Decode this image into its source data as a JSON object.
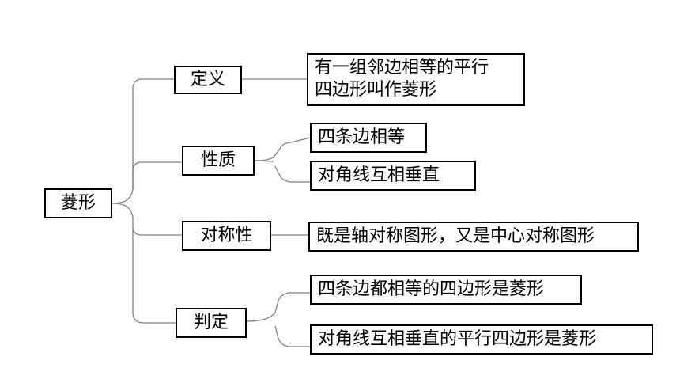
{
  "root": {
    "label": "菱形"
  },
  "branches": [
    {
      "label": "定义",
      "items": [
        "有一组邻边相等的平行四边形叫作菱形"
      ]
    },
    {
      "label": "性质",
      "items": [
        "四条边相等",
        "对角线互相垂直"
      ]
    },
    {
      "label": "对称性",
      "items": [
        "既是轴对称图形，又是中心对称图形"
      ]
    },
    {
      "label": "判定",
      "items": [
        "四条边都相等的四边形是菱形",
        "对角线互相垂直的平行四边形是菱形"
      ]
    }
  ],
  "definition_lines": [
    "有一组邻边相等的平行",
    "四边形叫作菱形"
  ]
}
